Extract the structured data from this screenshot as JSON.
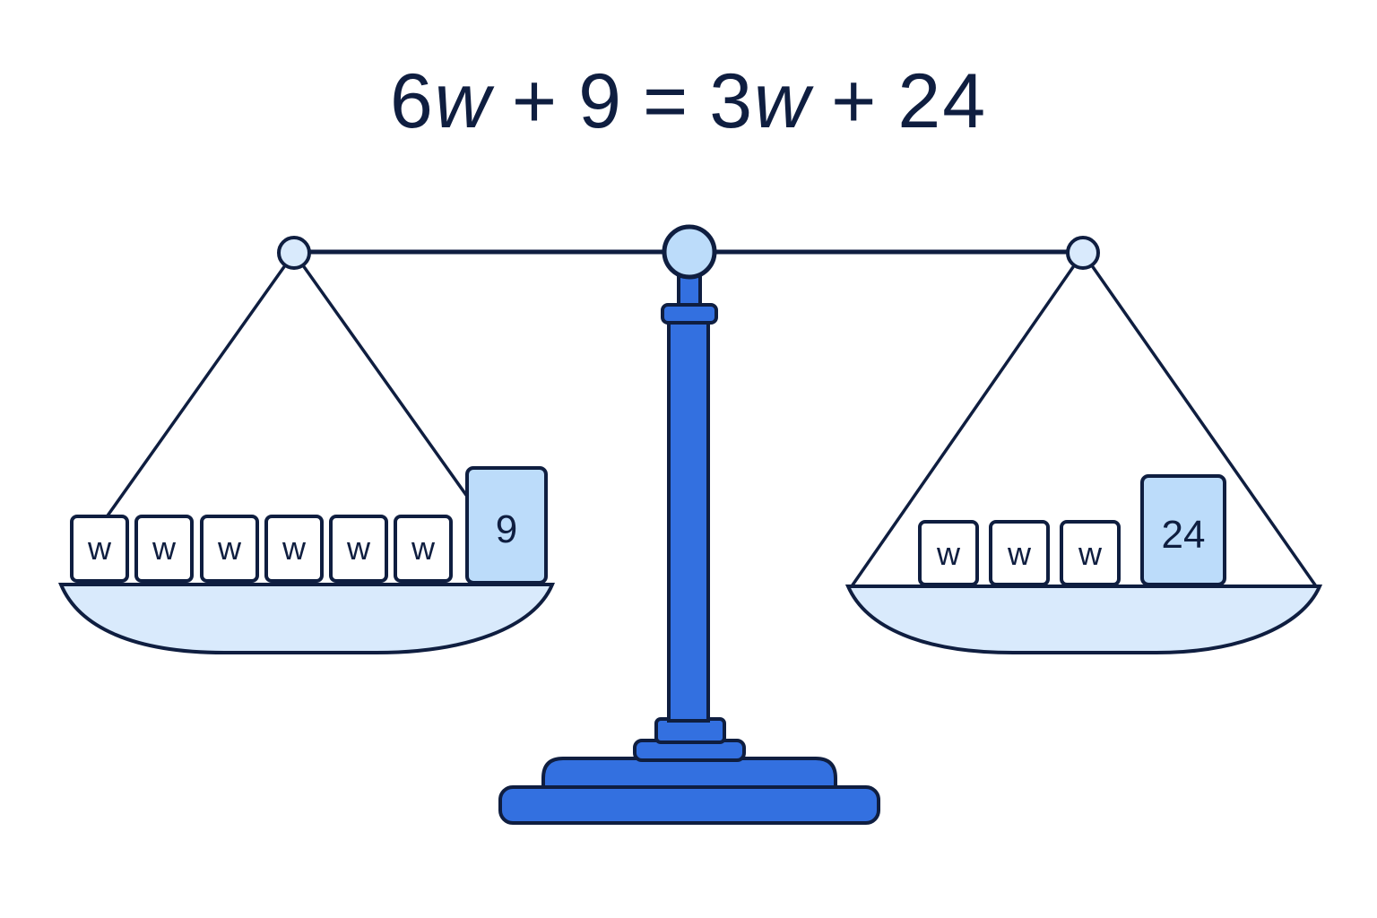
{
  "equation": {
    "left_coef": "6",
    "variable": "w",
    "plus": "+",
    "left_const": "9",
    "equals": "=",
    "right_coef": "3",
    "right_const": "24"
  },
  "left_pan": {
    "variable_blocks": [
      "w",
      "w",
      "w",
      "w",
      "w",
      "w"
    ],
    "constant_block": "9"
  },
  "right_pan": {
    "variable_blocks": [
      "w",
      "w",
      "w"
    ],
    "constant_block": "24"
  },
  "colors": {
    "outline": "#0f1e40",
    "stand": "#3370e0",
    "block_fill_light": "#bcdcfa",
    "pan_fill": "#d9eafc",
    "variable_block_fill": "#ffffff"
  }
}
